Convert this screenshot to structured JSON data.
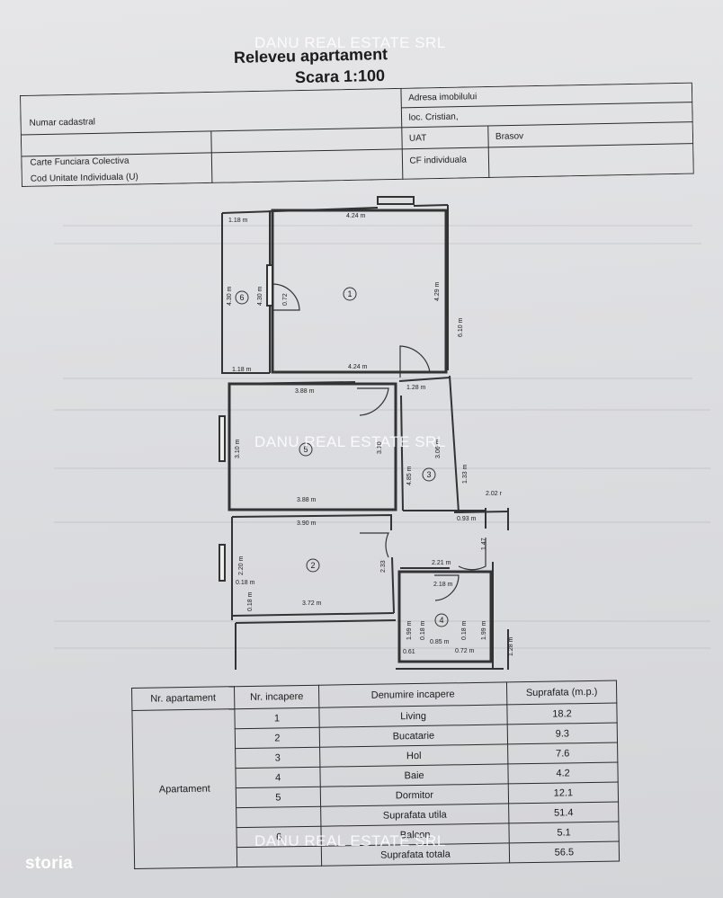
{
  "watermark": "DANU REAL ESTATE SRL",
  "title": "Releveu apartament",
  "scale": "Scara 1:100",
  "info": {
    "numar_cadastral": "Numar cadastral",
    "carte_funciara": "Carte Funciara Colectiva",
    "cod_unitate": "Cod Unitate Individuala (U)",
    "adresa_label": "Adresa imobilului",
    "adresa_value": "loc. Cristian,",
    "uat_label": "UAT",
    "uat_value": "Brasov",
    "cf_label": "CF individuala"
  },
  "plan": {
    "rooms": [
      "1",
      "2",
      "3",
      "4",
      "5",
      "6"
    ],
    "dims": {
      "d_1_18_top": "1.18 m",
      "d_4_24_top": "4.24 m",
      "d_4_30_a": "4.30 m",
      "d_4_30_b": "4.30 m",
      "d_0_72": "0.72",
      "d_4_29": "4.29 m",
      "d_6_10": "6.10 m",
      "d_1_18_bot": "1.18 m",
      "d_4_24_bot": "4.24 m",
      "d_3_88_top": "3.88 m",
      "d_1_28": "1.28 m",
      "d_3_10": "3.10 m",
      "d_3_10_b": "3.10",
      "d_4_85": "4.85 m",
      "d_3_06": "3.06 m",
      "d_1_33": "1.33 m",
      "d_3_88_bot": "3.88 m",
      "d_2_02": "2.02 r",
      "d_3_90": "3.90 m",
      "d_0_93": "0.93 m",
      "d_1_47": "1.47",
      "d_2_20": "2.20 m",
      "d_2_33": "2.33",
      "d_2_21": "2.21 m",
      "d_0_18_a": "0.18 m",
      "d_2_18": "2.18 m",
      "d_0_18_b": "0.18 m",
      "d_3_72": "3.72 m",
      "d_1_99_a": "1.99 m",
      "d_0_18_c": "0.18 m",
      "d_0_18_d": "0.18 m",
      "d_1_99_b": "1.99 m",
      "d_1_28_b": "1.28 m",
      "d_0_85": "0.85 m",
      "d_0_61": "0.61",
      "d_0_72_b": "0.72 m"
    }
  },
  "table": {
    "headers": [
      "Nr. apartament",
      "Nr. incapere",
      "Denumire incapere",
      "Suprafata (m.p.)"
    ],
    "apartment_label": "Apartament",
    "rows": [
      {
        "nr": "1",
        "name": "Living",
        "area": "18.2"
      },
      {
        "nr": "2",
        "name": "Bucatarie",
        "area": "9.3"
      },
      {
        "nr": "3",
        "name": "Hol",
        "area": "7.6"
      },
      {
        "nr": "4",
        "name": "Baie",
        "area": "4.2"
      },
      {
        "nr": "5",
        "name": "Dormitor",
        "area": "12.1"
      },
      {
        "nr": "",
        "name": "Suprafata utila",
        "area": "51.4"
      },
      {
        "nr": "6",
        "name": "Balcon",
        "area": "5.1"
      },
      {
        "nr": "",
        "name": "Suprafata totala",
        "area": "56.5"
      }
    ]
  },
  "logo": "storia"
}
